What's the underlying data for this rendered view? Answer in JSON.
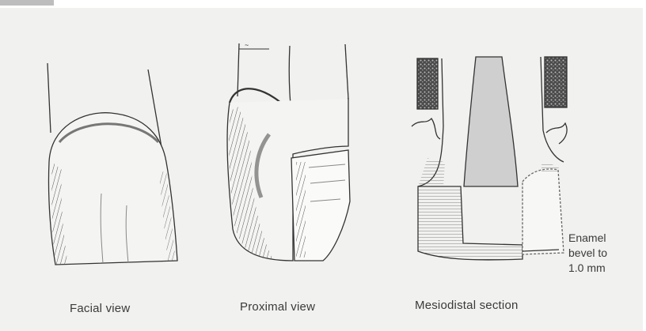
{
  "captions": {
    "facial": "Facial view",
    "proximal": "Proximal view",
    "mesiodistal": "Mesiodistal section"
  },
  "annotation": {
    "line1": "Enamel",
    "line2": "bevel to",
    "line3": "1.0 mm"
  },
  "colors": {
    "background": "#f1f1ef",
    "ink": "#3a3a3a",
    "post_fill": "#cfcfcf",
    "bone_fill": "#555555"
  }
}
